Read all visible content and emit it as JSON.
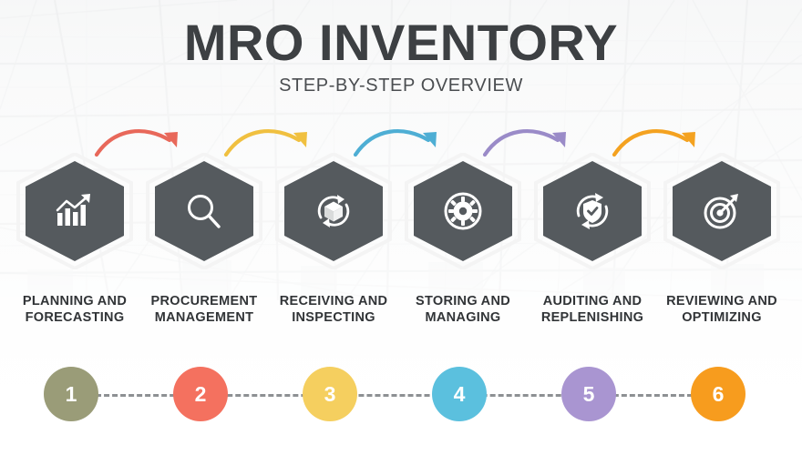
{
  "header": {
    "title": "MRO INVENTORY",
    "subtitle": "STEP-BY-STEP OVERVIEW"
  },
  "theme": {
    "hex_fill": "#555a5e",
    "hex_outline": "#f2f2f2",
    "title_color": "#3d4043",
    "label_color": "#313437",
    "dash_color": "#8d9093",
    "background": "#fbfbfb"
  },
  "steps": [
    {
      "number": "1",
      "label": "PLANNING AND FORECASTING",
      "icon": "bar-chart-growth-icon",
      "color": "#9a9c78"
    },
    {
      "number": "2",
      "label": "PROCUREMENT MANAGEMENT",
      "icon": "magnifying-glass-icon",
      "color": "#f4715f"
    },
    {
      "number": "3",
      "label": "RECEIVING AND INSPECTING",
      "icon": "box-refresh-icon",
      "color": "#f5cf5f"
    },
    {
      "number": "4",
      "label": "STORING AND MANAGING",
      "icon": "gear-circle-icon",
      "color": "#5bc0de"
    },
    {
      "number": "5",
      "label": "AUDITING AND REPLENISHING",
      "icon": "shield-check-refresh-icon",
      "color": "#a995d1"
    },
    {
      "number": "6",
      "label": "REVIEWING AND OPTIMIZING",
      "icon": "target-arrow-icon",
      "color": "#f79c1e"
    }
  ],
  "arrows": [
    {
      "name": "arrow-step-1-to-2",
      "color": "#e8685a"
    },
    {
      "name": "arrow-step-2-to-3",
      "color": "#f0c040"
    },
    {
      "name": "arrow-step-3-to-4",
      "color": "#4eaed4"
    },
    {
      "name": "arrow-step-4-to-5",
      "color": "#9a8bc8"
    },
    {
      "name": "arrow-step-5-to-6",
      "color": "#f4a220"
    }
  ]
}
